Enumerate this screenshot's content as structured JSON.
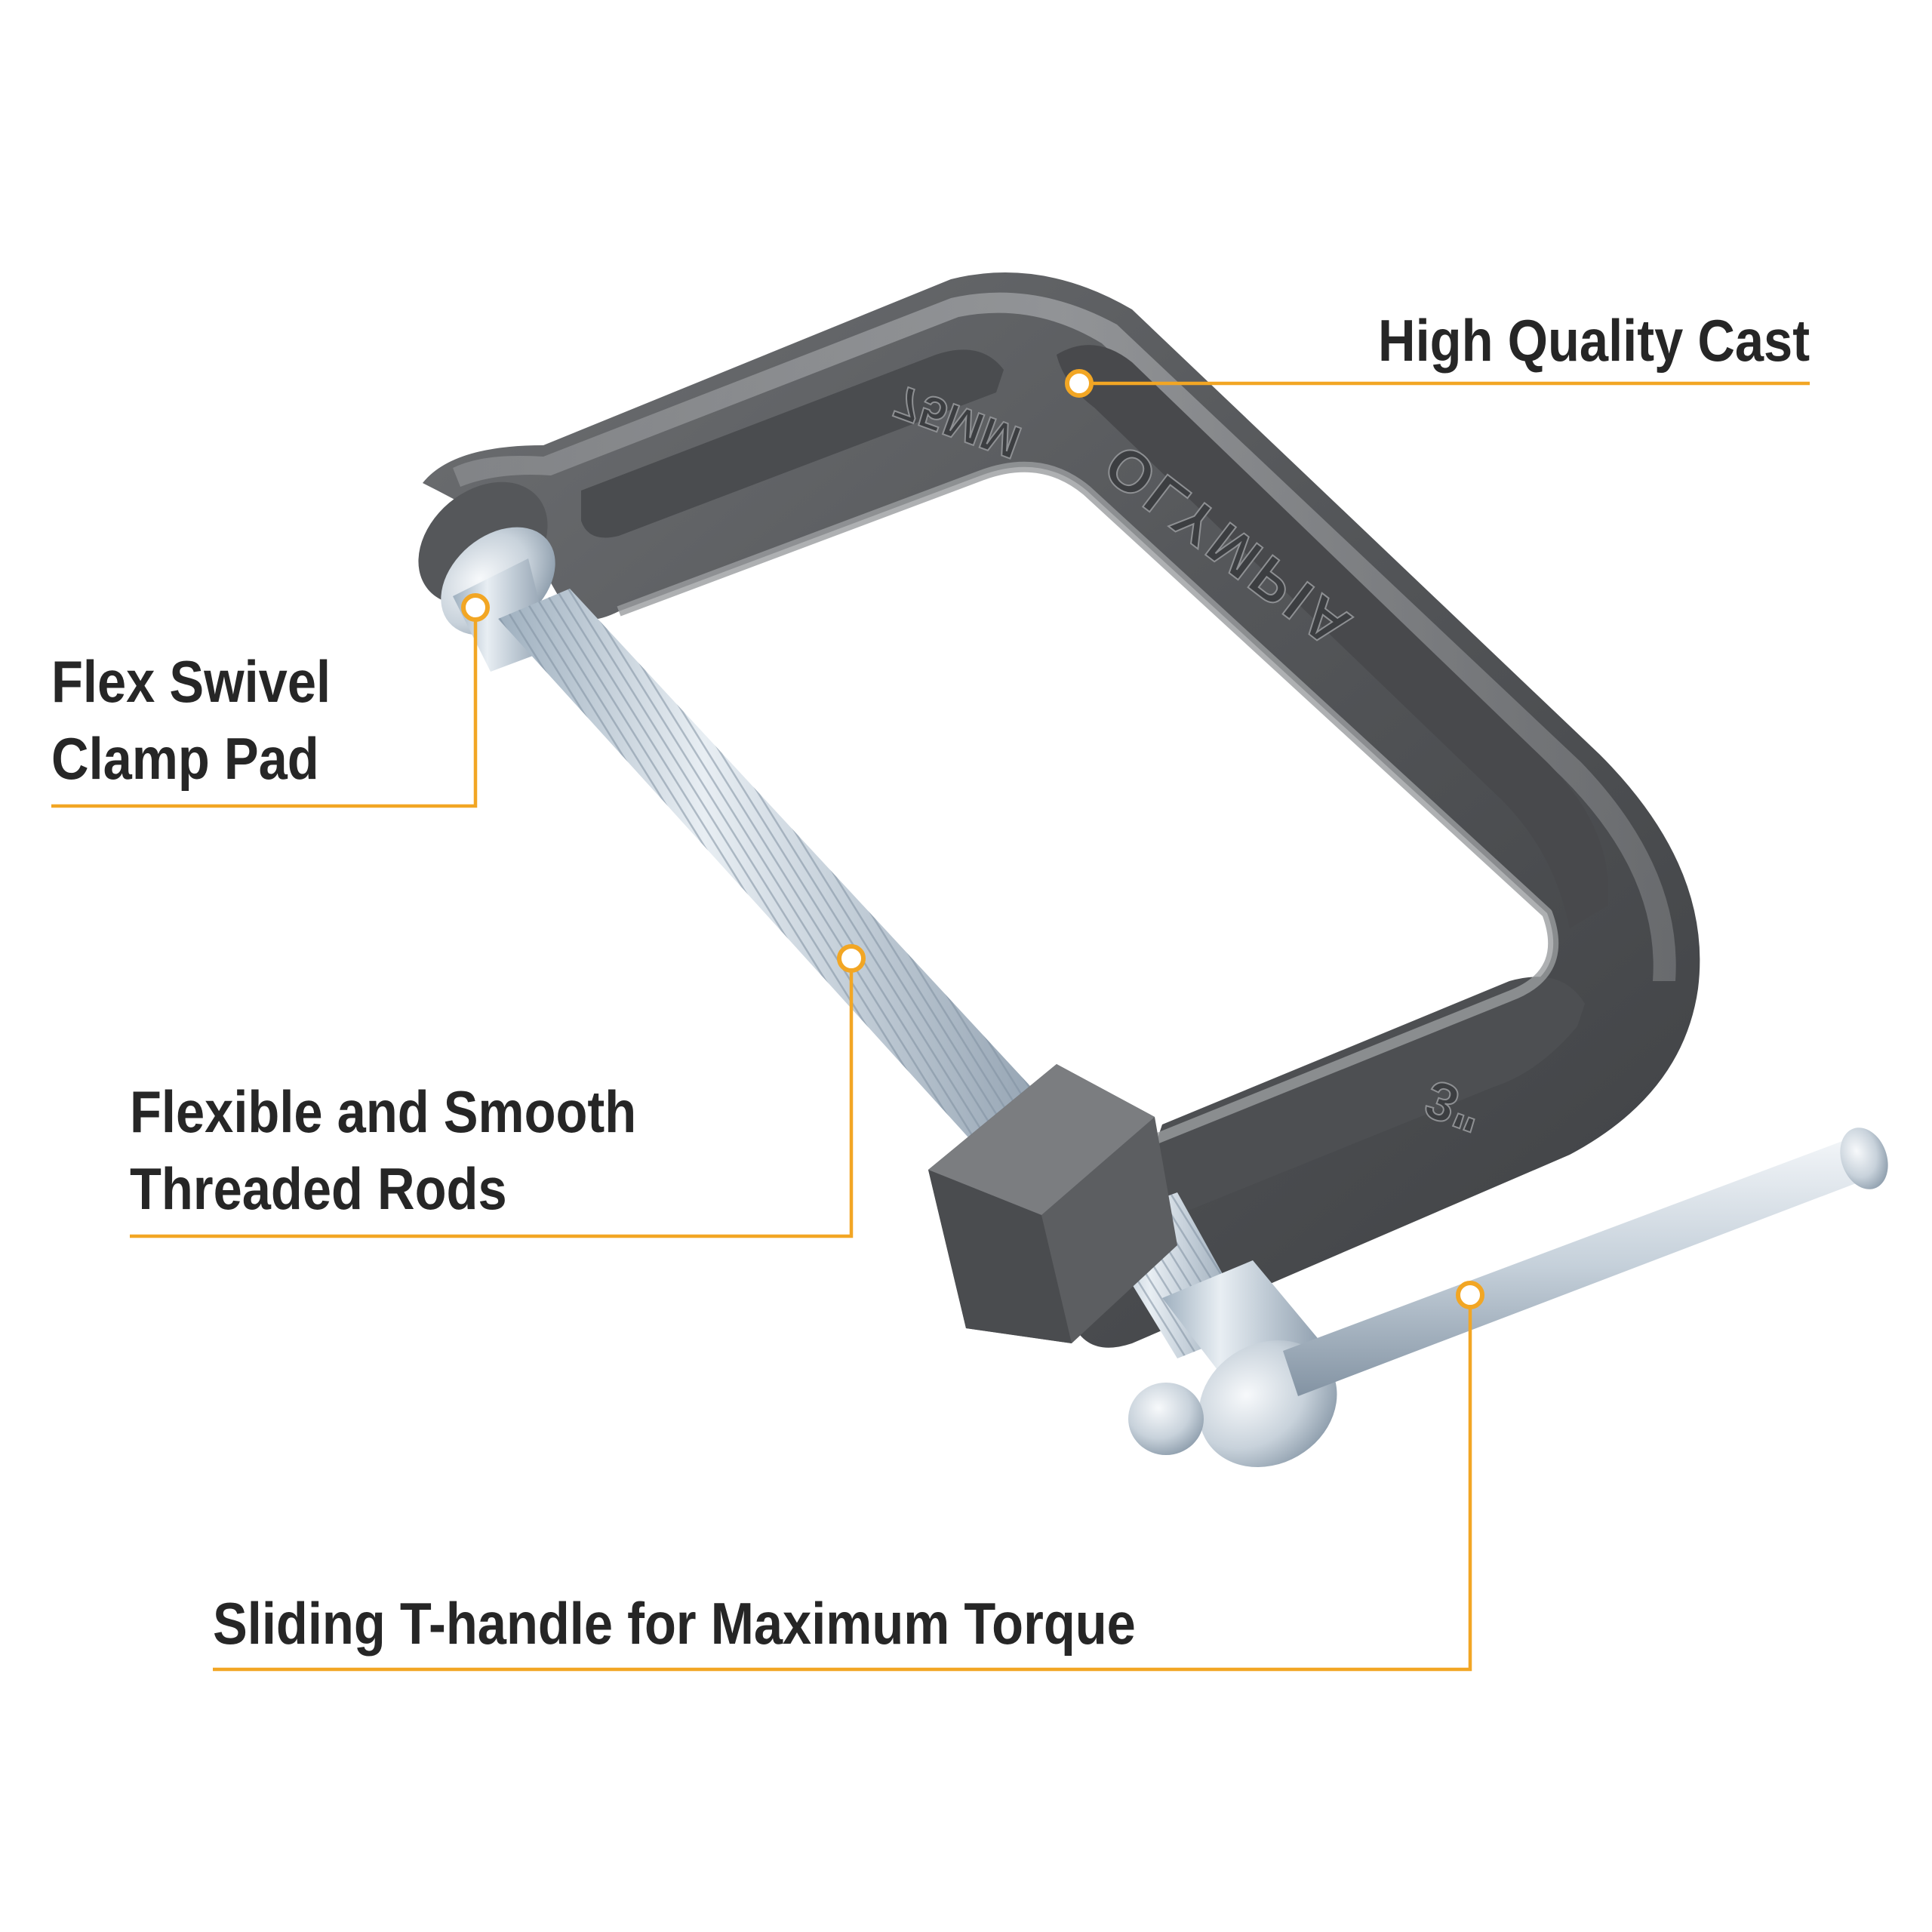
{
  "image": {
    "subject": "c-clamp",
    "background_color": "#ffffff",
    "frame_color": "#5b5d60",
    "screw_color": "#c9d3dc",
    "accent_color": "#f2a624",
    "text_color": "#262626"
  },
  "stamps": {
    "brand": "OLYMPIA",
    "size_mm": "75MM",
    "size_in": "3\""
  },
  "callouts": {
    "cast": {
      "label": "High Quality Cast"
    },
    "pad": {
      "line1": "Flex Swivel",
      "line2": "Clamp Pad"
    },
    "rod": {
      "line1": "Flexible and Smooth",
      "line2": "Threaded Rods"
    },
    "handle": {
      "label": "Sliding T-handle for Maximum Torque"
    }
  }
}
